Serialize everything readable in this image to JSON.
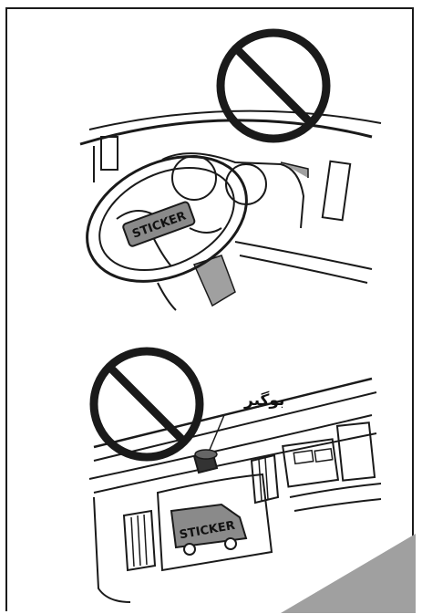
{
  "top_panel": {
    "sticker_text": "STICKER",
    "prohibition_icon": "no-entry-icon"
  },
  "bottom_panel": {
    "label": "بوگیر",
    "sticker_text": "STICKER",
    "prohibition_icon": "no-entry-icon"
  },
  "colors": {
    "line": "#1a1a1a",
    "sticker_fill": "#8a8a8a",
    "shade": "#a0a0a0",
    "background": "#ffffff"
  }
}
